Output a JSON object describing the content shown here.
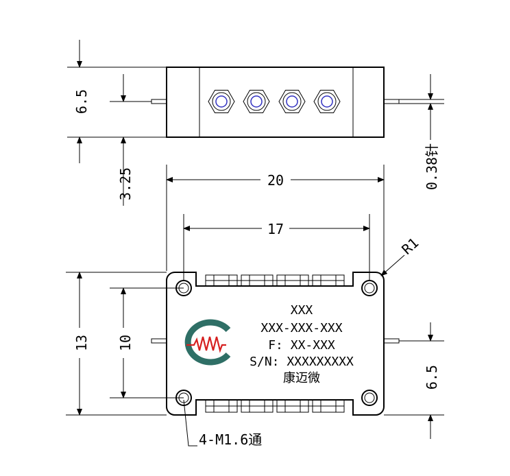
{
  "dimensions": {
    "top_height": "6.5",
    "center_offset": "3.25",
    "pin_diameter": "0.38针",
    "overall_width": "20",
    "hole_spacing_x": "17",
    "overall_height": "13",
    "hole_spacing_y": "10",
    "pin_offset": "6.5",
    "corner_radius": "R1",
    "mount_holes": "4-M1.6通"
  },
  "label": {
    "line1": "XXX",
    "line2": "XXX-XXX-XXX",
    "line3": "F: XX-XXX",
    "line4": "S/N: XXXXXXXXX",
    "line5": "康迈微"
  },
  "colors": {
    "logo_ring": "#2f6f66",
    "logo_wave": "#d62020",
    "connector_center": "#3030c0"
  }
}
